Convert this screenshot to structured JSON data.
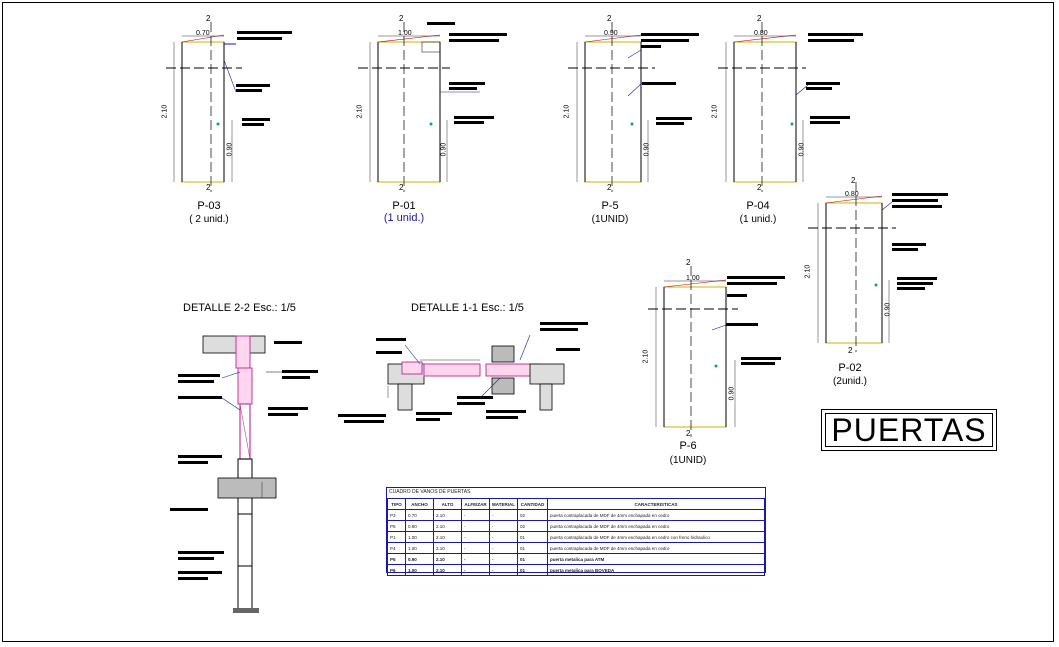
{
  "doors": [
    {
      "id": "p03",
      "code": "P-03",
      "qty": "( 2 unid.)",
      "width_dim": "0.70",
      "height_dim": "2.10",
      "lower_dim": "0.90"
    },
    {
      "id": "p01",
      "code": "P-01",
      "qty": "(1  unid.)",
      "width_dim": "1.00",
      "height_dim": "2.10",
      "lower_dim": "0.90"
    },
    {
      "id": "p5",
      "code": "P-5",
      "qty": "(1UNID)",
      "width_dim": "0.90",
      "height_dim": "2.10",
      "lower_dim": "0.90"
    },
    {
      "id": "p04",
      "code": "P-04",
      "qty": "(1 unid.)",
      "width_dim": "0.80",
      "height_dim": "2.10",
      "lower_dim": "0.90"
    },
    {
      "id": "p02",
      "code": "P-02",
      "qty": "(2unid.)",
      "width_dim": "0.80",
      "height_dim": "2.10",
      "lower_dim": "0.90"
    },
    {
      "id": "p6",
      "code": "P-6",
      "qty": "(1UNID)",
      "width_dim": "1.00",
      "height_dim": "2.10",
      "lower_dim": "0.90"
    }
  ],
  "section_mark": "2",
  "details": {
    "detalle22": "DETALLE 2-2  Esc.: 1/5",
    "detalle11": "DETALLE 1-1  Esc.: 1/5"
  },
  "title": "PUERTAS",
  "schedule": {
    "caption": "CUADRO DE VANOS DE PUERTAS",
    "headers": [
      "TIPO",
      "ANCHO",
      "ALTO",
      "ALFEIZAR",
      "MATERIAL",
      "CANTIDAD",
      "CARACTERISTICAS"
    ],
    "rows": [
      [
        "P3",
        "0.70",
        "2.10",
        "-",
        "-",
        "02",
        "puerta contraplacada de MDF de 4mm enchapada en cedro"
      ],
      [
        "P5",
        "0.90",
        "2.10",
        "-",
        "-",
        "02",
        "puerta contraplacada de MDF de 4mm enchapada en cedro"
      ],
      [
        "P1",
        "1.00",
        "2.10",
        "-",
        "-",
        "01",
        "puerta contraplacada de MDF de 4mm enchapada en cedro con freno hidraulico"
      ],
      [
        "P4",
        "1.00",
        "2.10",
        "-",
        "-",
        "01",
        "puerta contraplacada de MDF de 4mm enchapada en cedro"
      ],
      [
        "P5",
        "0.90",
        "2.10",
        "-",
        "-",
        "01",
        "puerta metalica para ATM"
      ],
      [
        "P6",
        "1.00",
        "2.10",
        "-",
        "-",
        "01",
        "puerta metalica para BOVEDA"
      ]
    ]
  }
}
